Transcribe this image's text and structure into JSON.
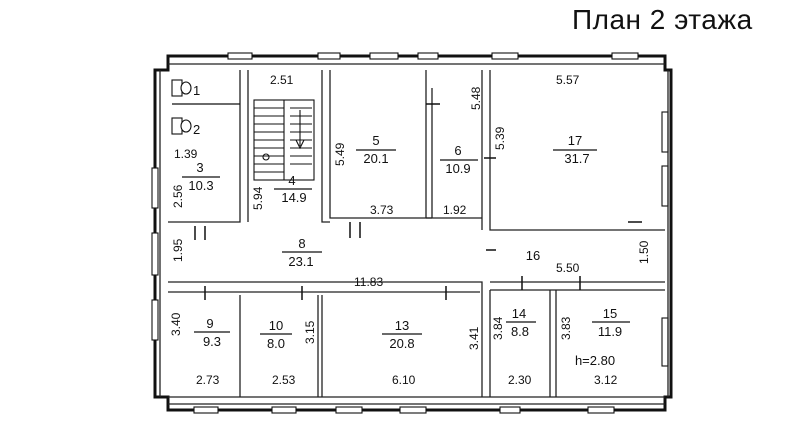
{
  "plan": {
    "title": "План 2 этажа",
    "height_note": "h=2.80"
  },
  "rooms": [
    {
      "num": "1",
      "area": ""
    },
    {
      "num": "2",
      "area": ""
    },
    {
      "num": "3",
      "area": "10.3"
    },
    {
      "num": "4",
      "area": "14.9"
    },
    {
      "num": "5",
      "area": "20.1"
    },
    {
      "num": "6",
      "area": "10.9"
    },
    {
      "num": "17",
      "area": "31.7"
    },
    {
      "num": "8",
      "area": "23.1"
    },
    {
      "num": "9",
      "area": "9.3"
    },
    {
      "num": "10",
      "area": "8.0"
    },
    {
      "num": "13",
      "area": "20.8"
    },
    {
      "num": "14",
      "area": "8.8"
    },
    {
      "num": "15",
      "area": "11.9"
    },
    {
      "num": "16",
      "area": ""
    }
  ],
  "dims": [
    "2.51",
    "1.39",
    "2.56",
    "1.95",
    "5.94",
    "5.49",
    "3.73",
    "5.48",
    "5.39",
    "1.92",
    "5.57",
    "5.50",
    "1.50",
    "11.83",
    "3.40",
    "2.73",
    "2.53",
    "3.15",
    "6.10",
    "3.41",
    "3.84",
    "2.30",
    "3.83",
    "3.12"
  ]
}
